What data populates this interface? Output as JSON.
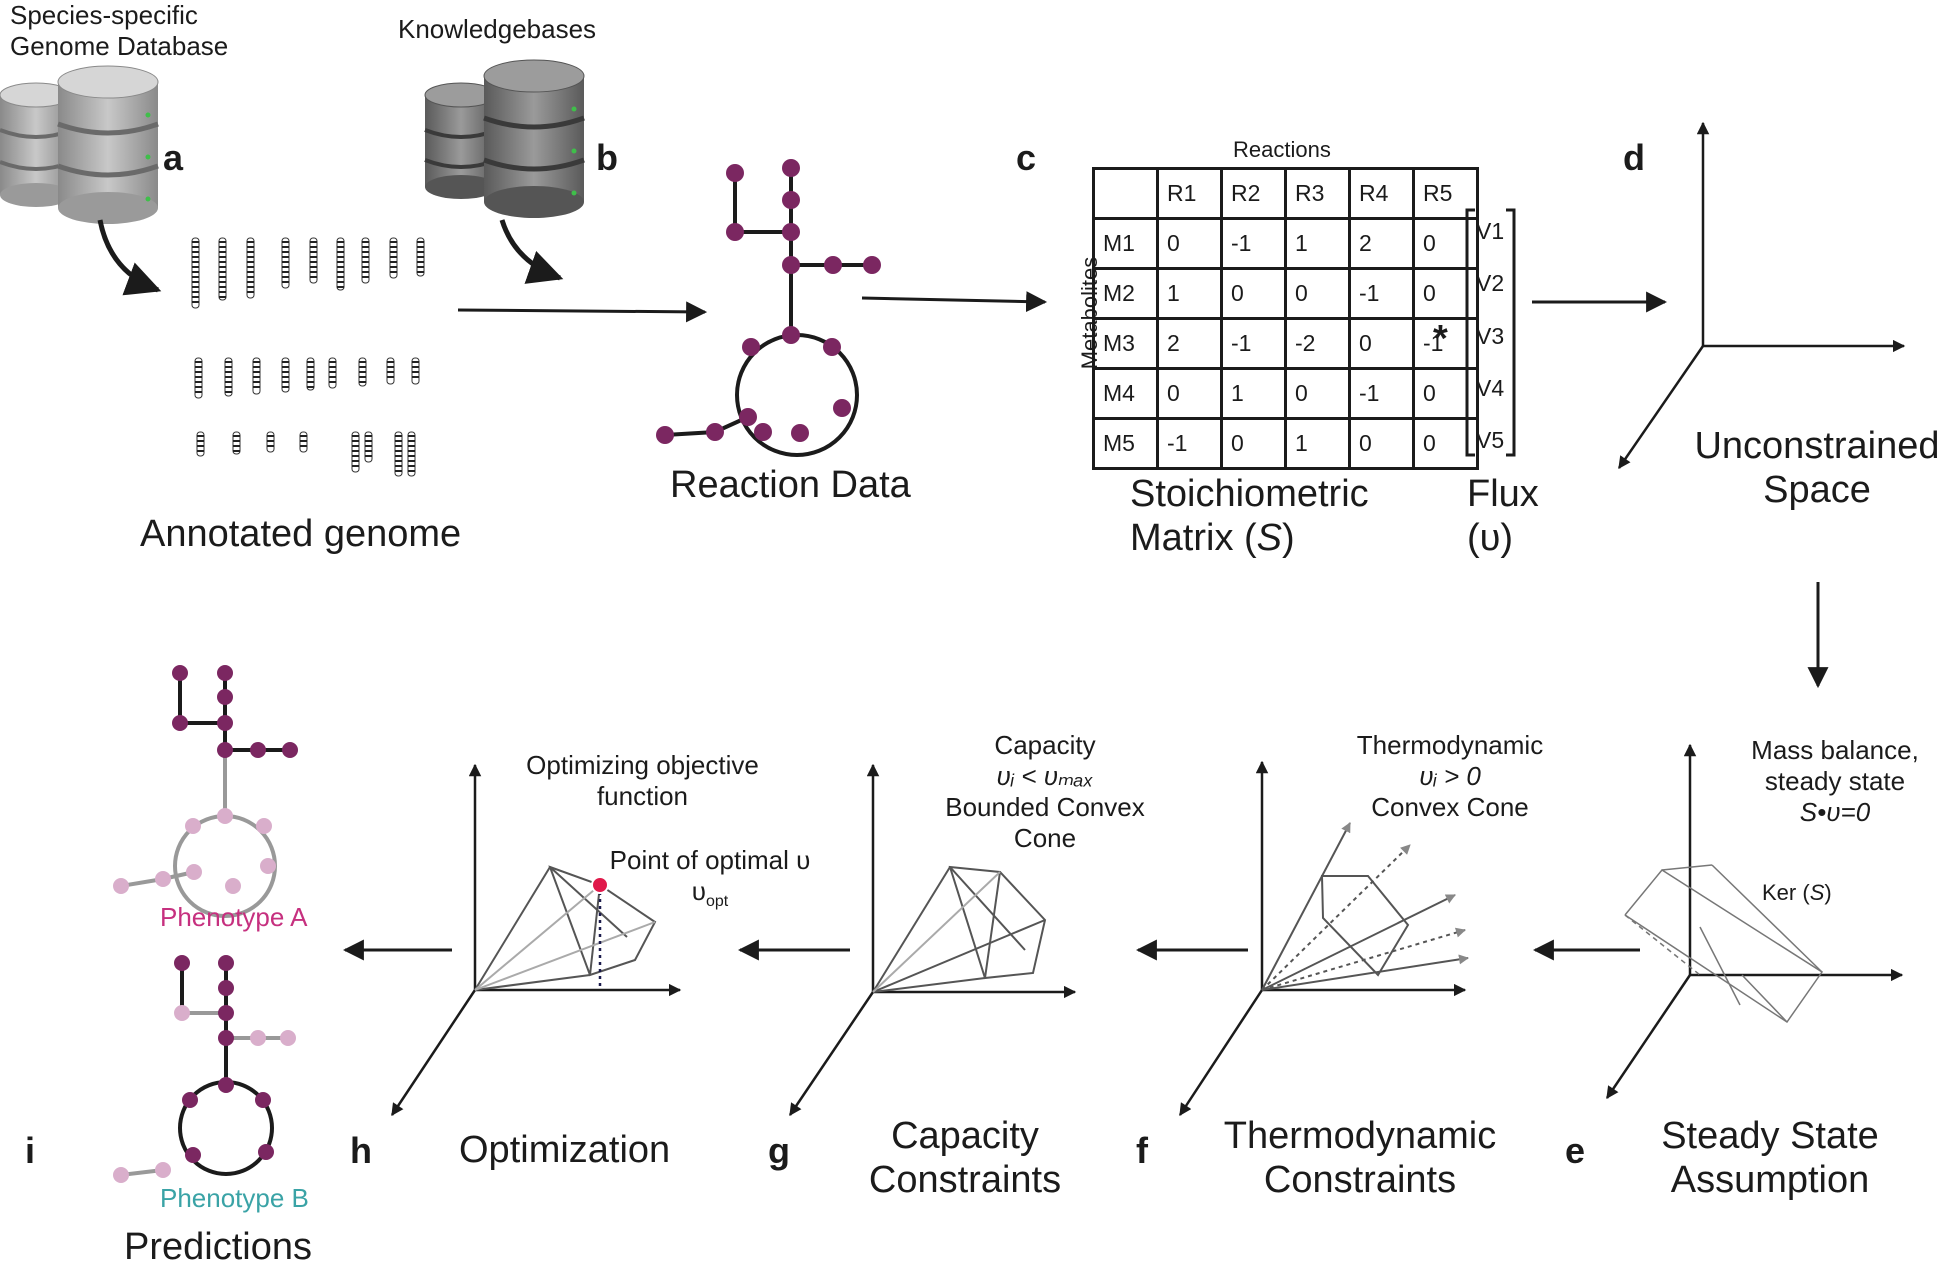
{
  "sources": {
    "genome_db_label": "Species-specific\nGenome Database",
    "knowledgebases_label": "Knowledgebases"
  },
  "panels": {
    "a": "a",
    "b": "b",
    "c": "c",
    "d": "d",
    "e": "e",
    "f": "f",
    "g": "g",
    "h": "h",
    "i": "i"
  },
  "captions": {
    "annotated_genome": "Annotated genome",
    "reaction_data": "Reaction Data",
    "stoich_matrix_line1": "Stoichiometric",
    "stoich_matrix_line2_pre": "Matrix (",
    "stoich_matrix_symbol": "S",
    "stoich_matrix_line2_post": ")",
    "flux_line1": "Flux",
    "flux_line2": "(υ)",
    "unconstrained_line1": "Unconstrained",
    "unconstrained_line2": "Space",
    "steady_line1": "Steady State",
    "steady_line2": "Assumption",
    "thermo_line1": "Thermodynamic",
    "thermo_line2": "Constraints",
    "capacity_line1": "Capacity",
    "capacity_line2": "Constraints",
    "optimization": "Optimization",
    "predictions": "Predictions"
  },
  "matrix": {
    "reactions_label": "Reactions",
    "metabolites_label": "Metabolites",
    "columns": [
      "R1",
      "R2",
      "R3",
      "R4",
      "R5"
    ],
    "rows": [
      {
        "name": "M1",
        "values": [
          "0",
          "-1",
          "1",
          "2",
          "0"
        ]
      },
      {
        "name": "M2",
        "values": [
          "1",
          "0",
          "0",
          "-1",
          "0"
        ]
      },
      {
        "name": "M3",
        "values": [
          "2",
          "-1",
          "-2",
          "0",
          "-1"
        ]
      },
      {
        "name": "M4",
        "values": [
          "0",
          "1",
          "0",
          "-1",
          "0"
        ]
      },
      {
        "name": "M5",
        "values": [
          "-1",
          "0",
          "1",
          "0",
          "0"
        ]
      }
    ],
    "multiply_symbol": "*",
    "flux_vector": [
      "V1",
      "V2",
      "V3",
      "V4",
      "V5"
    ]
  },
  "annotations": {
    "mass_balance_1": "Mass balance,",
    "mass_balance_2": "steady state",
    "mass_balance_eq": "S•υ=0",
    "ker_pre": "Ker (",
    "ker_sym": "S",
    "ker_post": ")",
    "thermo_title": "Thermodynamic",
    "thermo_eq": "υᵢ > 0",
    "thermo_cone": "Convex Cone",
    "capacity_title": "Capacity",
    "capacity_eq": "υᵢ < υₘₐₓ",
    "capacity_cone_1": "Bounded Convex",
    "capacity_cone_2": "Cone",
    "opt_title_1": "Optimizing objective",
    "opt_title_2": "function",
    "opt_point": "Point of optimal υ",
    "opt_sym": "υ",
    "opt_sub": "opt"
  },
  "phenotypes": {
    "a": "Phenotype A",
    "b": "Phenotype B"
  },
  "colors": {
    "node_purple": "#7b2761",
    "node_faded": "#d9aecb",
    "phenotype_a": "#c6307f",
    "phenotype_b": "#3aa3a6",
    "optimal_point": "#e0194a",
    "db_gray": "#6f6f6f"
  }
}
